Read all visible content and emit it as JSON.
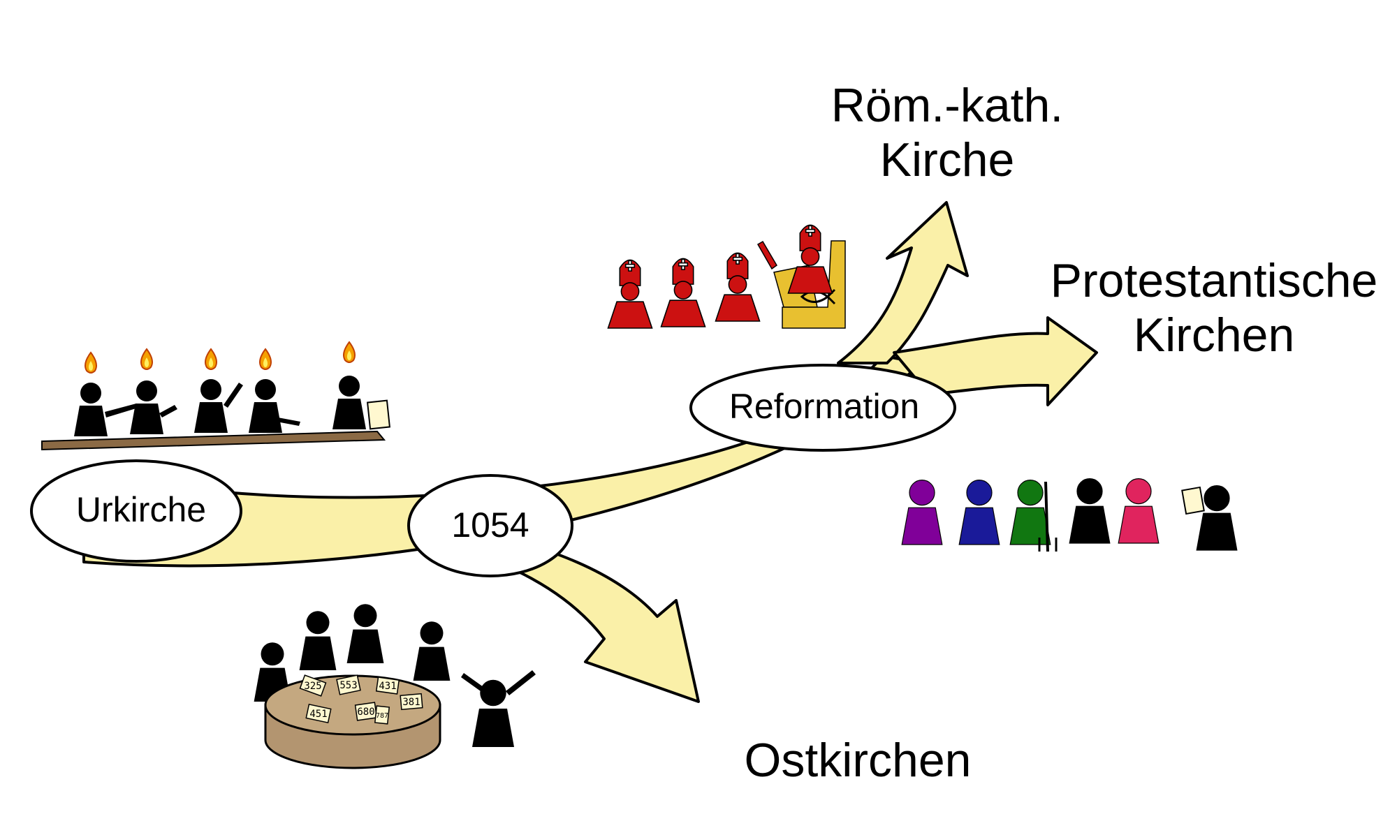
{
  "nodes": {
    "urkirche": "Urkirche",
    "schism_year": "1054",
    "reformation": "Reformation"
  },
  "destinations": {
    "catholic_line1": "Röm.-kath.",
    "catholic_line2": "Kirche",
    "protestant_line1": "Protestantische",
    "protestant_line2": "Kirchen",
    "eastern": "Ostkirchen"
  },
  "council_papers": [
    "325",
    "553",
    "431",
    "381",
    "451",
    "680",
    "787"
  ],
  "colors": {
    "arrow_fill": "#faf0a8",
    "catholic_red": "#cc1111",
    "throne_gold": "#e8c030",
    "table_brown": "#b39570",
    "protestant_purple": "#800099",
    "protestant_blue": "#1a1a99",
    "protestant_green": "#117711",
    "protestant_pink": "#e0245e"
  },
  "icons": {
    "apostles": "apostles-with-flames-icon",
    "councils": "council-round-table-icon",
    "bishops": "catholic-bishops-icon",
    "protestants": "protestant-people-icon"
  }
}
